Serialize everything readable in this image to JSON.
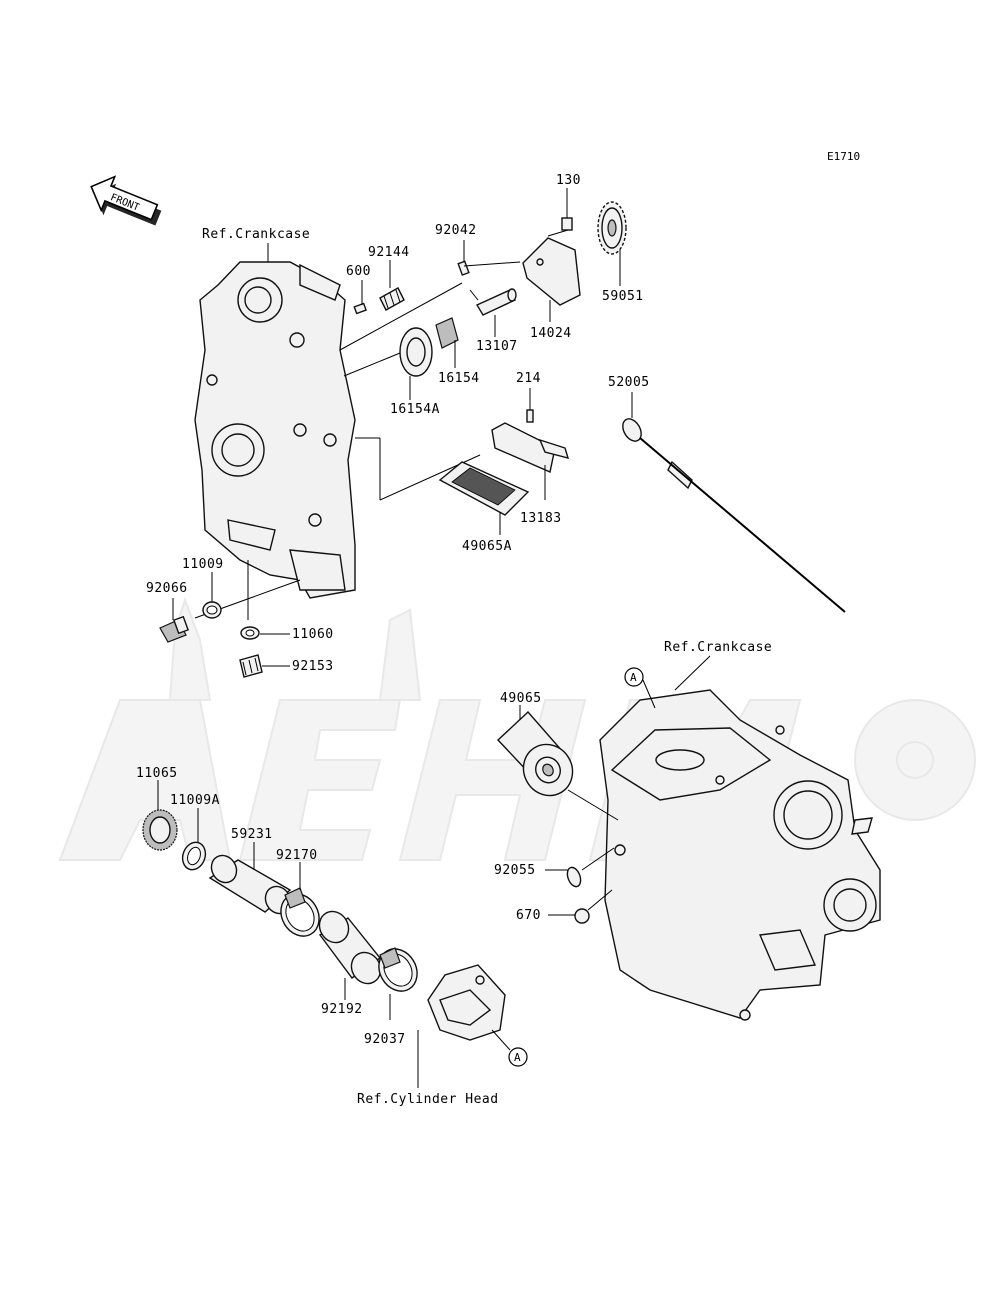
{
  "diagram_code": "E1710",
  "direction_label": "FRONT",
  "refs": {
    "crankcase_upper": "Ref.Crankcase",
    "crankcase_lower": "Ref.Crankcase",
    "cylinder_head": "Ref.Cylinder Head"
  },
  "callout_marker": "A",
  "parts": {
    "p130": "130",
    "p92042": "92042",
    "p92144": "92144",
    "p600": "600",
    "p59051": "59051",
    "p14024": "14024",
    "p13107": "13107",
    "p16154": "16154",
    "p16154A": "16154A",
    "p214": "214",
    "p52005": "52005",
    "p13183": "13183",
    "p49065A": "49065A",
    "p11009": "11009",
    "p92066": "92066",
    "p11060": "11060",
    "p92153": "92153",
    "p49065": "49065",
    "p11065": "11065",
    "p11009A": "11009A",
    "p59231": "59231",
    "p92170": "92170",
    "p92055": "92055",
    "p670": "670",
    "p92192": "92192",
    "p92037": "92037"
  }
}
